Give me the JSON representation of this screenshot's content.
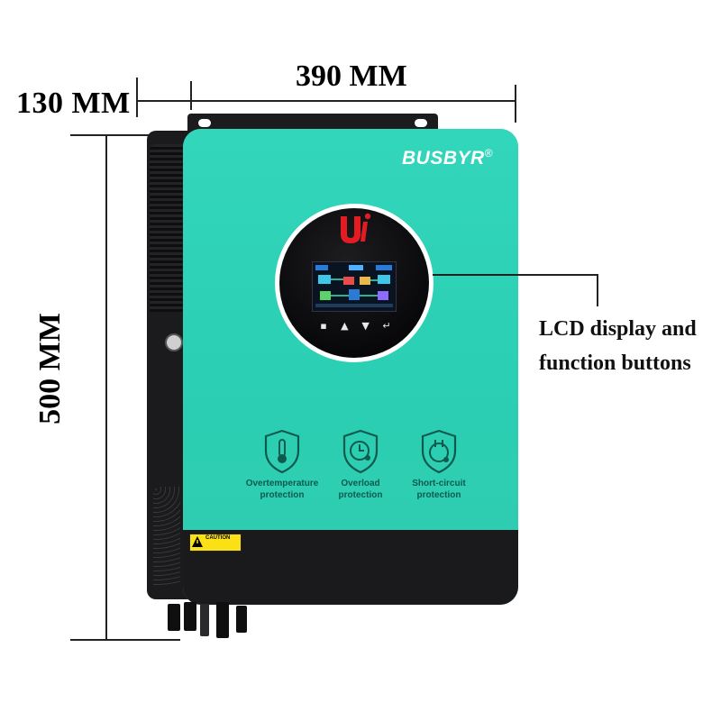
{
  "dimensions": {
    "depth": "130 MM",
    "width": "390 MM",
    "height": "500 MM"
  },
  "callout": {
    "line1": "LCD display and",
    "line2": "function buttons"
  },
  "product": {
    "brand": "BUSBYR",
    "brand_mark": "®",
    "caution_label": "CAUTION",
    "buttons": [
      "grid-icon",
      "up-arrow-icon",
      "down-arrow-icon",
      "enter-icon"
    ],
    "colors": {
      "body": "#2fd1b5",
      "frame": "#1b1b1d",
      "logo_red": "#e41b23",
      "text_dark": "#0e5a4f"
    }
  },
  "protections": [
    {
      "icon": "thermometer-icon",
      "line1": "Overtemperature",
      "line2": "protection"
    },
    {
      "icon": "clock-icon",
      "line1": "Overload",
      "line2": "protection"
    },
    {
      "icon": "short-circuit-icon",
      "line1": "Short-circuit",
      "line2": "protection"
    }
  ]
}
